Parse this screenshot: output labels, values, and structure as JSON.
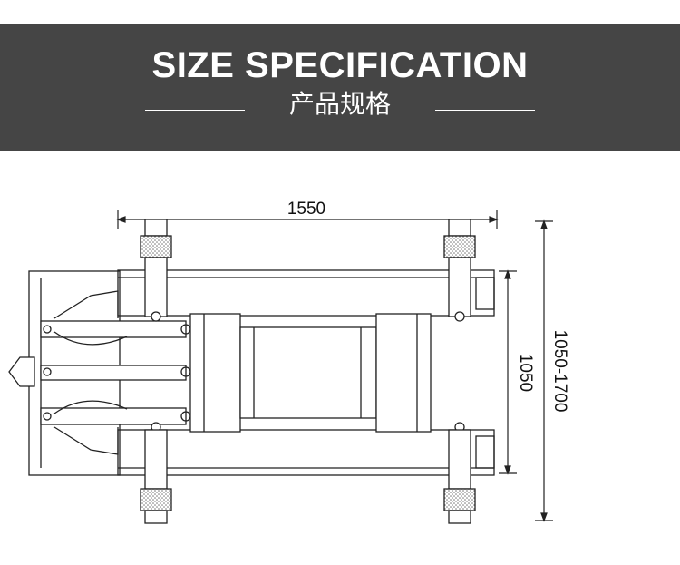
{
  "header": {
    "title": "SIZE SPECIFICATION",
    "subtitle": "产品规格"
  },
  "dimensions": {
    "length": "1550",
    "inner_width": "1050",
    "outer_width": "1050-1700"
  },
  "colors": {
    "header_bg": "#454545",
    "header_text": "#ffffff",
    "line": "#222222",
    "hatch": "#999999"
  }
}
